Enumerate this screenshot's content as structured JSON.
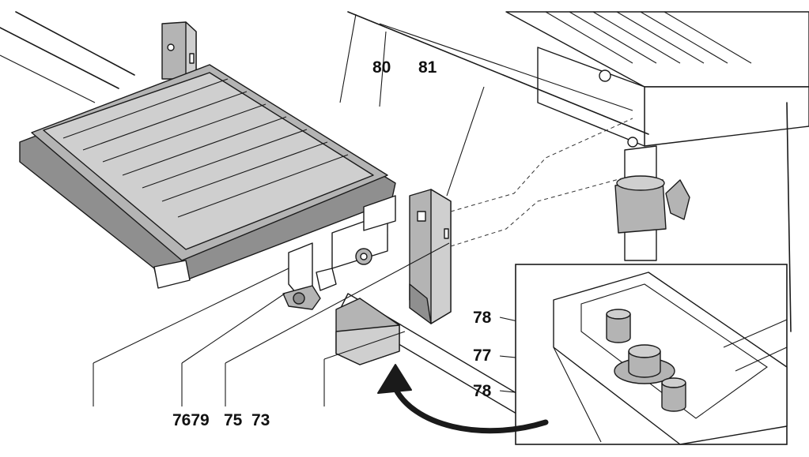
{
  "callouts": {
    "c80": "80",
    "c81": "81",
    "c78_top": "78",
    "c77": "77",
    "c78_bottom": "78",
    "c7679": "7679",
    "c75": "75",
    "c73": "73"
  },
  "colors": {
    "part_gray": "#b4b4b4",
    "line": "#1a1a1a",
    "background": "#ffffff"
  }
}
